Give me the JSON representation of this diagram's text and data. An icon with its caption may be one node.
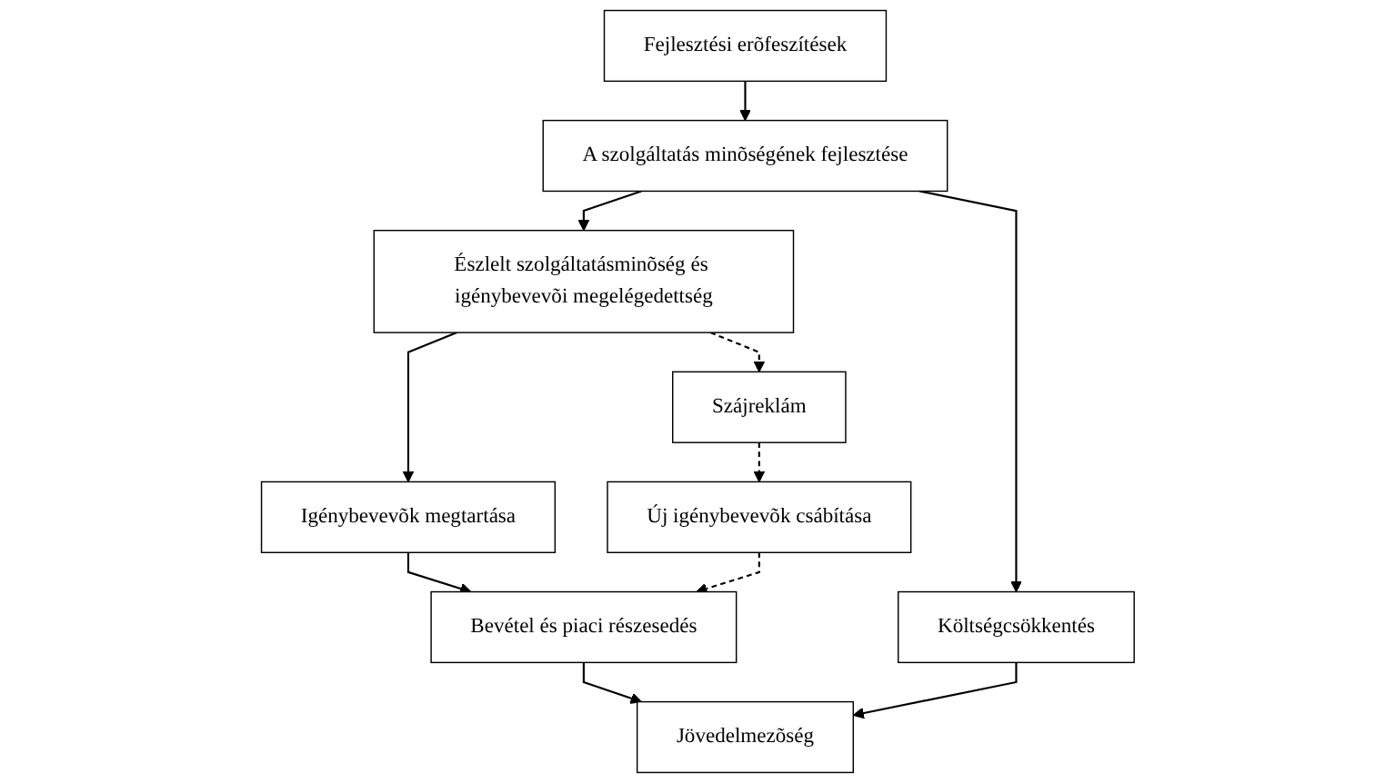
{
  "diagram": {
    "nodes": [
      {
        "text": [
          "Fejlesztési erõfeszítések"
        ]
      },
      {
        "text": [
          "A szolgáltatás minõségének fejlesztése"
        ]
      },
      {
        "text": [
          "Észlelt szolgáltatásminõség és igénybevevõi megelégedettség"
        ]
      },
      {
        "text": [
          "Szájreklám"
        ]
      },
      {
        "text": [
          "Igénybevevõk megtartása"
        ]
      },
      {
        "text": [
          "Költségcsökkentés"
        ]
      },
      {
        "text": [
          "Új igénybevevõk csábítása"
        ]
      },
      {
        "text": [
          "Bevétel és piaci részesedés"
        ]
      },
      {
        "text": [
          "Jövedelmezõség"
        ]
      }
    ],
    "edges": [
      {
        "from": 0,
        "to": 1,
        "arrow": "to"
      },
      {
        "from": 1,
        "to": 2,
        "arrow": "to"
      },
      {
        "from": 1,
        "to": 5,
        "arrow": "to"
      },
      {
        "from": 2,
        "to": 3,
        "arrow": "to",
        "style": "dashed"
      },
      {
        "from": 2,
        "to": 4,
        "arrow": "to"
      },
      {
        "from": 3,
        "to": 6,
        "arrow": "to",
        "style": "dashed"
      },
      {
        "from": 4,
        "to": 7,
        "arrow": "to"
      },
      {
        "from": 6,
        "to": 7,
        "arrow": "to",
        "style": "dashed"
      },
      {
        "from": 7,
        "to": 8,
        "arrow": "to"
      },
      {
        "from": 5,
        "to": 8,
        "arrow": "to"
      }
    ]
  }
}
